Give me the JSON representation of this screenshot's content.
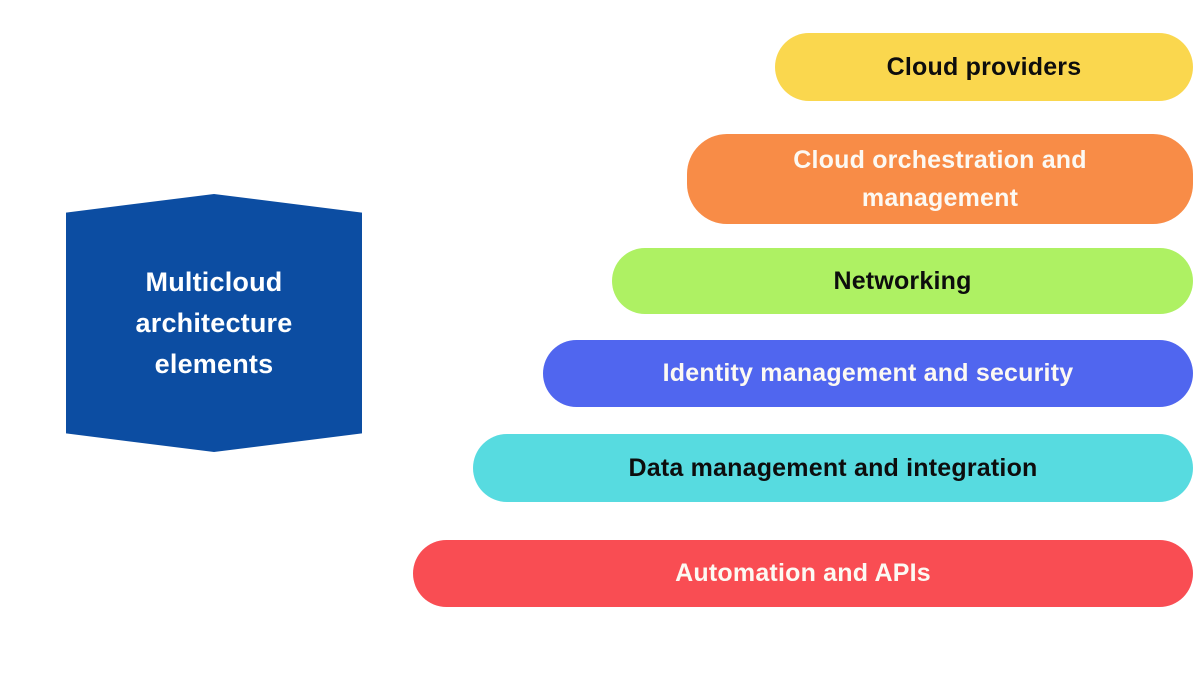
{
  "page": {
    "background_color": "#FFFFFF"
  },
  "badge": {
    "title": "Multicloud architecture elements",
    "lines": [
      "Multicloud",
      "architecture",
      "elements"
    ],
    "bg_color": "#0C4DA2",
    "text_color": "#FFFFFF"
  },
  "elements": [
    {
      "label": "Cloud providers",
      "bg_color": "#FAD74E",
      "text_color": "#0D0D0D"
    },
    {
      "label": "Cloud orchestration and management",
      "bg_color": "#F88C47",
      "text_color": "#FCF9F3"
    },
    {
      "label": "Networking",
      "bg_color": "#AEF163",
      "text_color": "#0D0D0D"
    },
    {
      "label": "Identity management and security",
      "bg_color": "#5066EF",
      "text_color": "#FCF9F3"
    },
    {
      "label": "Data management and integration",
      "bg_color": "#57DBE0",
      "text_color": "#0D0D0D"
    },
    {
      "label": "Automation and APIs",
      "bg_color": "#F94D53",
      "text_color": "#FCF9F3"
    }
  ]
}
